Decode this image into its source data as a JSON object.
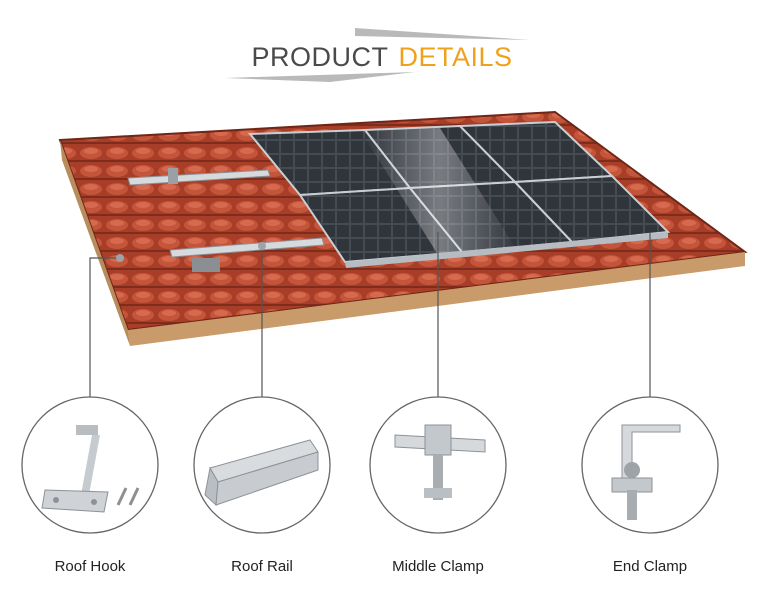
{
  "header": {
    "title_part1": "PRODUCT",
    "title_part2": "DETAILS"
  },
  "components": [
    {
      "label": "Roof Hook"
    },
    {
      "label": "Roof Rail"
    },
    {
      "label": "Middle Clamp"
    },
    {
      "label": "End Clamp"
    }
  ],
  "colors": {
    "accent": "#f0a11c",
    "title_dark": "#4a4a4a",
    "tile": "#b2432b",
    "panel": "#2b2f36"
  }
}
